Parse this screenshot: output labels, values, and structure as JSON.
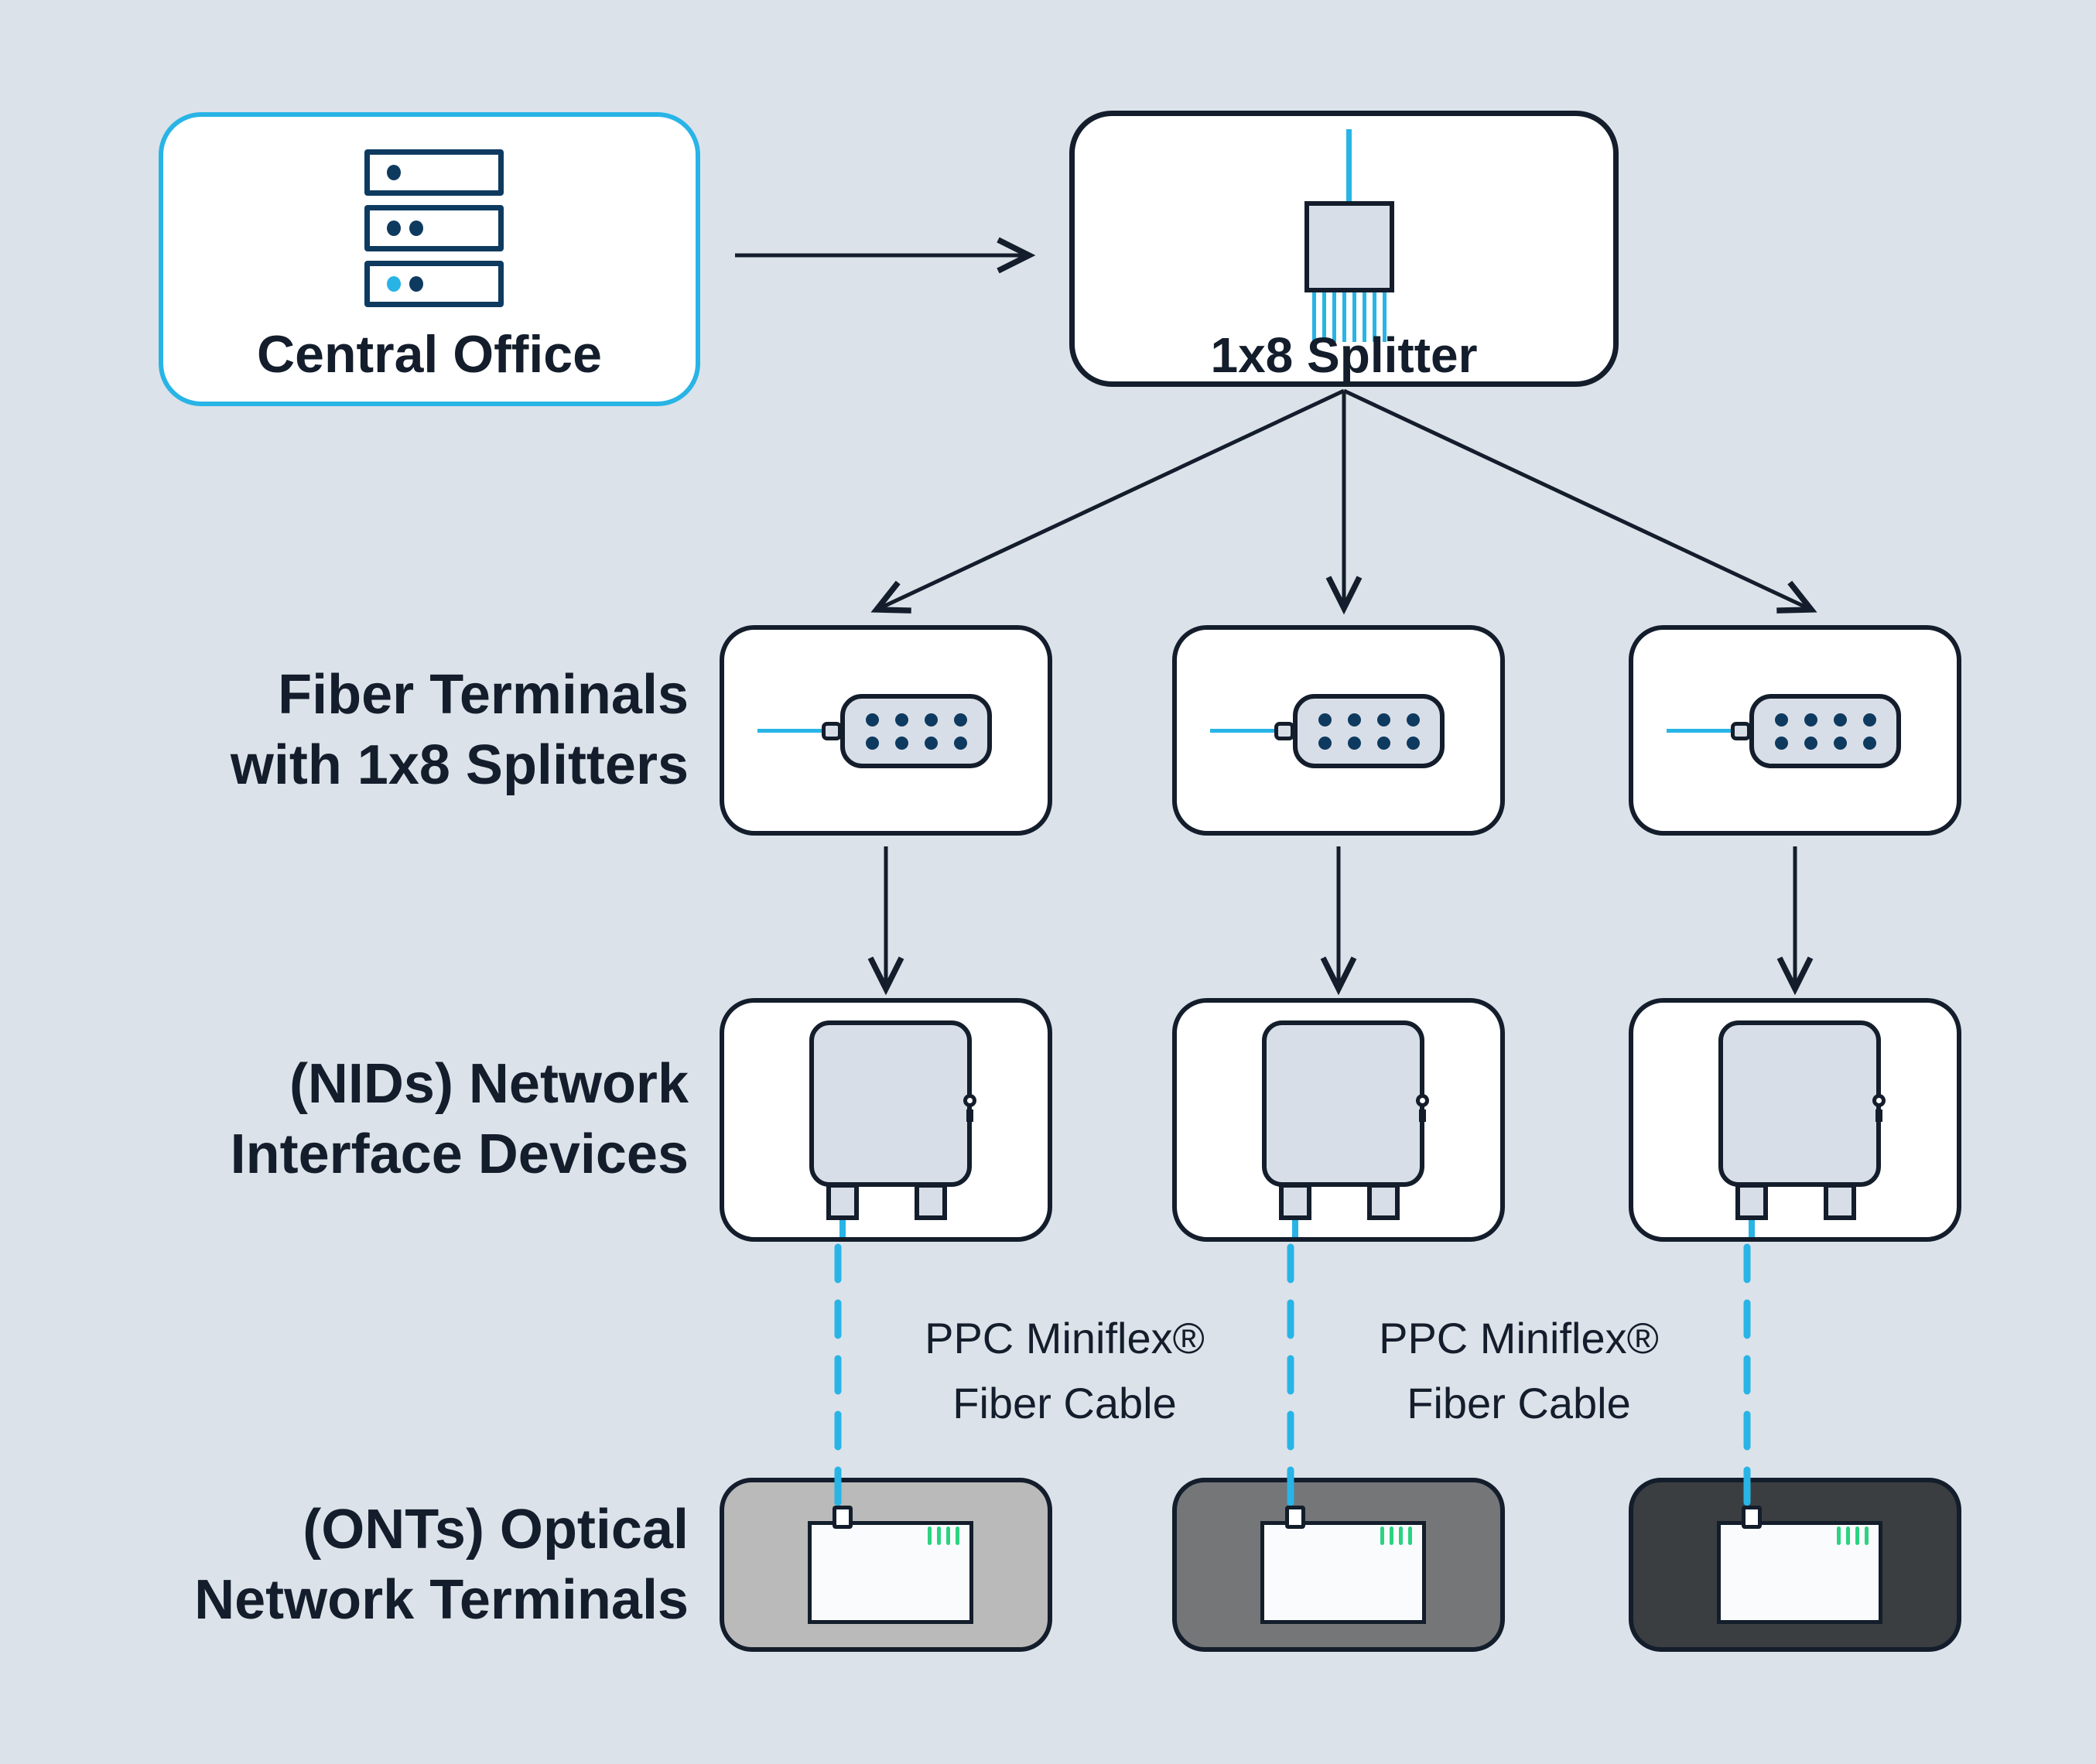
{
  "colors": {
    "bg": "#dce2e9",
    "navy": "#131d2b",
    "cyan": "#29b4e6",
    "panel": "#d8dee7",
    "white": "#ffffff",
    "green": "#2bd381",
    "icon_blue": "#0e3a5f",
    "ont_light": "#b9bab9",
    "ont_medium": "#747677",
    "ont_dark": "#3b3e40"
  },
  "central_office": {
    "label": "Central Office",
    "icon": "server-rack-icon"
  },
  "splitter": {
    "label": "1x8 Splitter",
    "icon": "optical-splitter-icon"
  },
  "row_labels": {
    "terminals": {
      "line1": "Fiber Terminals",
      "line2": "with 1x8 Splitters"
    },
    "nids": {
      "line1": "(NIDs) Network",
      "line2": "Interface Devices"
    },
    "onts": {
      "line1": "(ONTs) Optical",
      "line2": "Network Terminals"
    }
  },
  "cable_labels": [
    {
      "line1": "PPC Miniflex®",
      "line2": "Fiber Cable"
    },
    {
      "line1": "PPC Miniflex®",
      "line2": "Fiber Cable"
    }
  ],
  "icons": {
    "terminal": "fiber-terminal-splitter-icon",
    "nid": "network-interface-device-icon",
    "ont": "optical-network-terminal-icon"
  }
}
